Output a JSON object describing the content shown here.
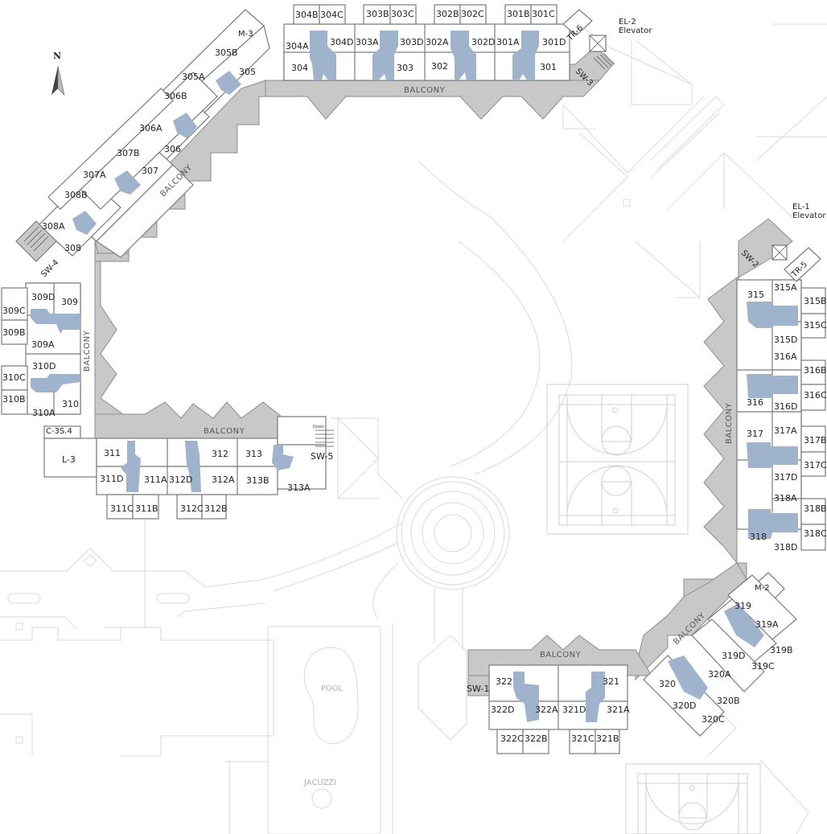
{
  "map": {
    "type": "floor-plan",
    "floor": "3",
    "north_label": "N",
    "colors": {
      "balcony": "#c8c8c8",
      "hallway": "#9fb3cc",
      "room_fill": "#ffffff",
      "walls": "#7a7a7a",
      "site_lines": "#d9d9d9"
    },
    "balcony_label": "BALCONY",
    "amenities": {
      "pool": "POOL",
      "jacuzzi": "JACUZZI"
    },
    "elevators": [
      {
        "id": "EL-2",
        "label": "EL-2",
        "sub": "Elevator"
      },
      {
        "id": "EL-1",
        "label": "EL-1",
        "sub": "Elevator"
      }
    ],
    "service_rooms": {
      "m3": "M-3",
      "m2": "M-2",
      "tr6": "TR-6",
      "tr5": "TR-5",
      "l3": "L-3",
      "c3s4": "C-3S.4",
      "sw1": "SW-1",
      "sw2": "SW-2",
      "sw3": "SW-3",
      "sw4": "SW-4",
      "sw5": "SW-5",
      "down": "Down"
    },
    "wing_north": {
      "units": [
        {
          "main": "301",
          "a": "301A",
          "b": "301B",
          "c": "301C",
          "d": "301D"
        },
        {
          "main": "302",
          "a": "302A",
          "b": "302B",
          "c": "302C",
          "d": "302D"
        },
        {
          "main": "303",
          "a": "303A",
          "b": "303B",
          "c": "303C",
          "d": "303D"
        },
        {
          "main": "304",
          "a": "304A",
          "b": "304B",
          "c": "304C",
          "d": "304D"
        }
      ]
    },
    "wing_northwest": {
      "units": [
        {
          "main": "305",
          "a": "305A",
          "b": "305B"
        },
        {
          "main": "306",
          "a": "306A",
          "b": "306B"
        },
        {
          "main": "307",
          "a": "307A",
          "b": "307B"
        },
        {
          "main": "308",
          "a": "308A",
          "b": "308B"
        }
      ]
    },
    "wing_west": {
      "units": [
        {
          "main": "309",
          "a": "309A",
          "b": "309B",
          "c": "309C",
          "d": "309D"
        },
        {
          "main": "310",
          "a": "310A",
          "b": "310B",
          "c": "310C",
          "d": "310D"
        }
      ]
    },
    "wing_southwest": {
      "units": [
        {
          "main": "311",
          "a": "311A",
          "b": "311B",
          "c": "311C",
          "d": "311D"
        },
        {
          "main": "312",
          "a": "312A",
          "b": "312B",
          "c": "312C",
          "d": "312D"
        },
        {
          "main": "313",
          "a": "313A",
          "b": "313B"
        }
      ]
    },
    "wing_east": {
      "units": [
        {
          "main": "315",
          "a": "315A",
          "b": "315B",
          "c": "315C",
          "d": "315D"
        },
        {
          "main": "316",
          "a": "316A",
          "b": "316B",
          "c": "316C",
          "d": "316D"
        },
        {
          "main": "317",
          "a": "317A",
          "b": "317B",
          "c": "317C",
          "d": "317D"
        },
        {
          "main": "318",
          "a": "318A",
          "b": "318B",
          "c": "318C",
          "d": "318D"
        }
      ]
    },
    "wing_southeast": {
      "units": [
        {
          "main": "319",
          "a": "319A",
          "b": "319B",
          "c": "319C",
          "d": "319D"
        },
        {
          "main": "320",
          "a": "320A",
          "b": "320B",
          "c": "320C",
          "d": "320D"
        }
      ]
    },
    "wing_south": {
      "units": [
        {
          "main": "321",
          "a": "321A",
          "b": "321B",
          "c": "321C",
          "d": "321D"
        },
        {
          "main": "322",
          "a": "322A",
          "b": "322B",
          "c": "322C",
          "d": "322D"
        }
      ]
    }
  }
}
